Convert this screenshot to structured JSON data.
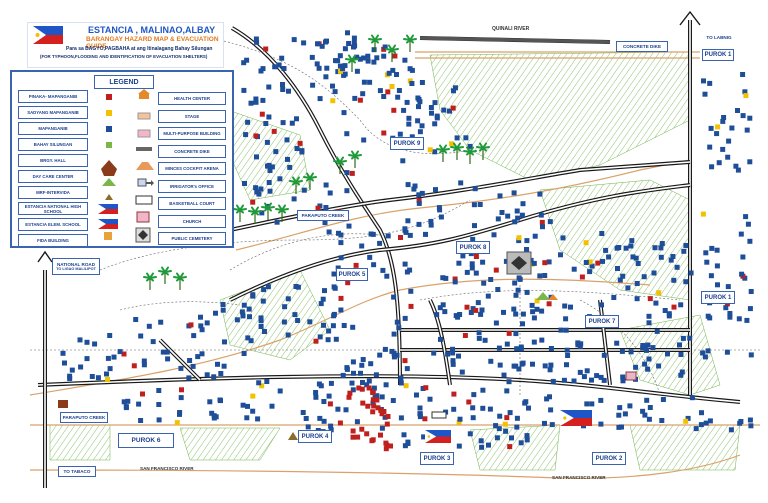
{
  "title": {
    "main": "ESTANCIA , MALINAO,ALBAY",
    "sub": "BARANGAY HAZARD MAP & EVACUATION GUIDE",
    "line3": "Para sa BAGYO,PAGBAHA at ang Itinalagang Bahay Silungan",
    "line4": "(FOR TYPHOON,FLOODING AND IDENTIFICATION OF EVACUATION SHELTERS)"
  },
  "legend": {
    "heading": "LEGEND",
    "left_items": [
      "PINAKA- MAPANGANIB",
      "SADYANG MAPANGANIB",
      "MAPANGANIB",
      "BAHAY SILUNGAN",
      "BRGY. HALL",
      "DAY CARE CENTER",
      "MRF-INTERVIDA",
      "ESTANCIA NATIONAL HIGH SCHOOL",
      "ESTANCIA ELEM. SCHOOL",
      "FIDA BUILDING"
    ],
    "right_items": [
      "HEALTH CENTER",
      "STAGE",
      "MULTI-PURPOSE BUILDING",
      "CONCRETE DIKE",
      "MINCES COCKPIT ARENA",
      "IRRIGATOR's OFFICE",
      "BASKETBALL COURT",
      "CHURCH",
      "PUBLIC CEMETERY"
    ]
  },
  "places": {
    "quinali_river": "QUINALI RIVER",
    "concrete_dike": "CONCRETE DIKE",
    "to_labnig": "TO LABNIG",
    "purok1_top": "PUROK 1",
    "purok9": "PUROK 9",
    "paraputo_creek_top": "PARAPUTO CREEK",
    "purok8": "PUROK 8",
    "purok5": "PUROK 5",
    "national_road": "NATIONAL ROAD",
    "to_ligao": "TO LIGAO MALILIPOT",
    "purok1_right": "PUROK 1",
    "purok7": "PUROK 7",
    "paraputo_creek_bottom": "PARAPUTO CREEK",
    "purok6": "PUROK 6",
    "purok4": "PUROK 4",
    "purok3": "PUROK 3",
    "purok2": "PUROK 2",
    "to_tabaco": "TO TABACO",
    "san_francisco_river_1": "SAN FRANCISCO RIVER",
    "san_francisco_river_2": "SAN FRANCISCO RIVER"
  },
  "colors": {
    "house": "#1f4e99",
    "high_risk": "#c0201d",
    "river": "#d9a26a",
    "road": "#1a1a1a",
    "hatch": "#6fb24a",
    "palm": "#1f9a3a",
    "dashed": "#666666"
  }
}
